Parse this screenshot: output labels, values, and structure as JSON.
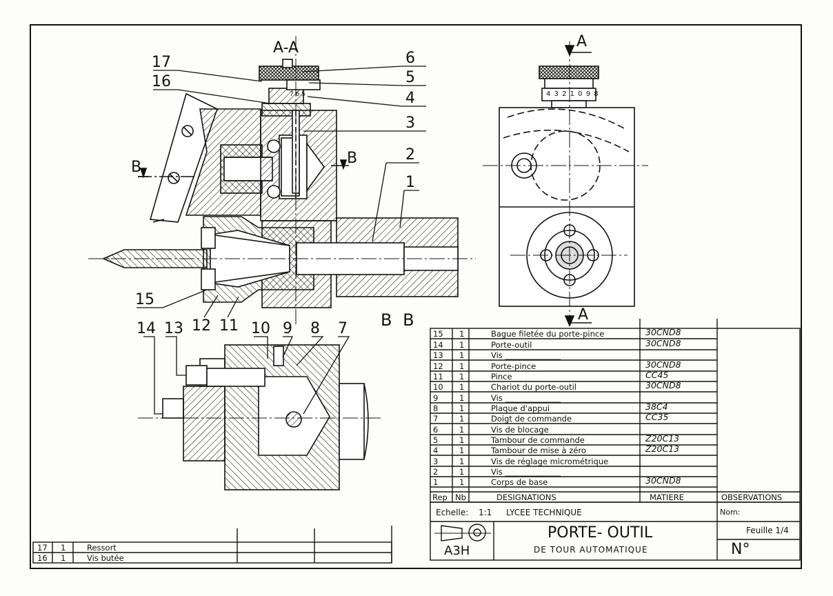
{
  "section_labels": {
    "a_a": "A-A",
    "b_left": "B",
    "b_right": "B",
    "a_top": "A",
    "a_bottom": "A",
    "b_b": "B B"
  },
  "callouts": [
    "1",
    "2",
    "3",
    "4",
    "5",
    "6",
    "7",
    "8",
    "9",
    "10",
    "11",
    "12",
    "13",
    "14",
    "15",
    "16",
    "17"
  ],
  "drum_scale": "4 3 2 1 0 9 8",
  "drum_scale_small": "7 6 5",
  "parts_list": {
    "header": {
      "rep": "Rep",
      "nb": "Nb",
      "designations": "DESIGNATIONS",
      "matiere": "MATIERE",
      "observations": "OBSERVATIONS"
    },
    "rows": [
      {
        "rep": "15",
        "nb": "1",
        "designation": "Bague filetée du porte-pince",
        "matiere": "30CND8"
      },
      {
        "rep": "14",
        "nb": "1",
        "designation": "Porte-outil",
        "matiere": "30CND8"
      },
      {
        "rep": "13",
        "nb": "1",
        "designation": "Vis ______________",
        "matiere": ""
      },
      {
        "rep": "12",
        "nb": "1",
        "designation": "Porte-pince",
        "matiere": "30CND8"
      },
      {
        "rep": "11",
        "nb": "1",
        "designation": "Pince",
        "matiere": "CC45"
      },
      {
        "rep": "10",
        "nb": "1",
        "designation": "Chariot du porte-outil",
        "matiere": "30CND8"
      },
      {
        "rep": "9",
        "nb": "1",
        "designation": "Vis ______________",
        "matiere": ""
      },
      {
        "rep": "8",
        "nb": "1",
        "designation": "Plaque d'appui",
        "matiere": "38C4"
      },
      {
        "rep": "7",
        "nb": "1",
        "designation": "Doigt de commande",
        "matiere": "CC35"
      },
      {
        "rep": "6",
        "nb": "1",
        "designation": "Vis de blocage",
        "matiere": ""
      },
      {
        "rep": "5",
        "nb": "1",
        "designation": "Tambour de commande",
        "matiere": "Z20C13"
      },
      {
        "rep": "4",
        "nb": "1",
        "designation": "Tambour de mise à zéro",
        "matiere": "Z20C13"
      },
      {
        "rep": "3",
        "nb": "1",
        "designation": "Vis de réglage micrométrique",
        "matiere": ""
      },
      {
        "rep": "2",
        "nb": "1",
        "designation": "Vis ______________",
        "matiere": ""
      },
      {
        "rep": "1",
        "nb": "1",
        "designation": "Corps de base",
        "matiere": "30CND8"
      }
    ]
  },
  "title_block": {
    "echelle_label": "Echelle:",
    "echelle_value": "1:1",
    "school": "LYCEE  TECHNIQUE",
    "nom_label": "Nom:",
    "title": "PORTE- OUTIL",
    "subtitle": "DE  TOUR  AUTOMATIQUE",
    "feuille": "Feuille 1/4",
    "format": "A3H",
    "number_label": "N°"
  },
  "extra_list": {
    "rows": [
      {
        "rep": "17",
        "nb": "1",
        "designation": "Ressort"
      },
      {
        "rep": "16",
        "nb": "1",
        "designation": "Vis  butée"
      }
    ]
  }
}
